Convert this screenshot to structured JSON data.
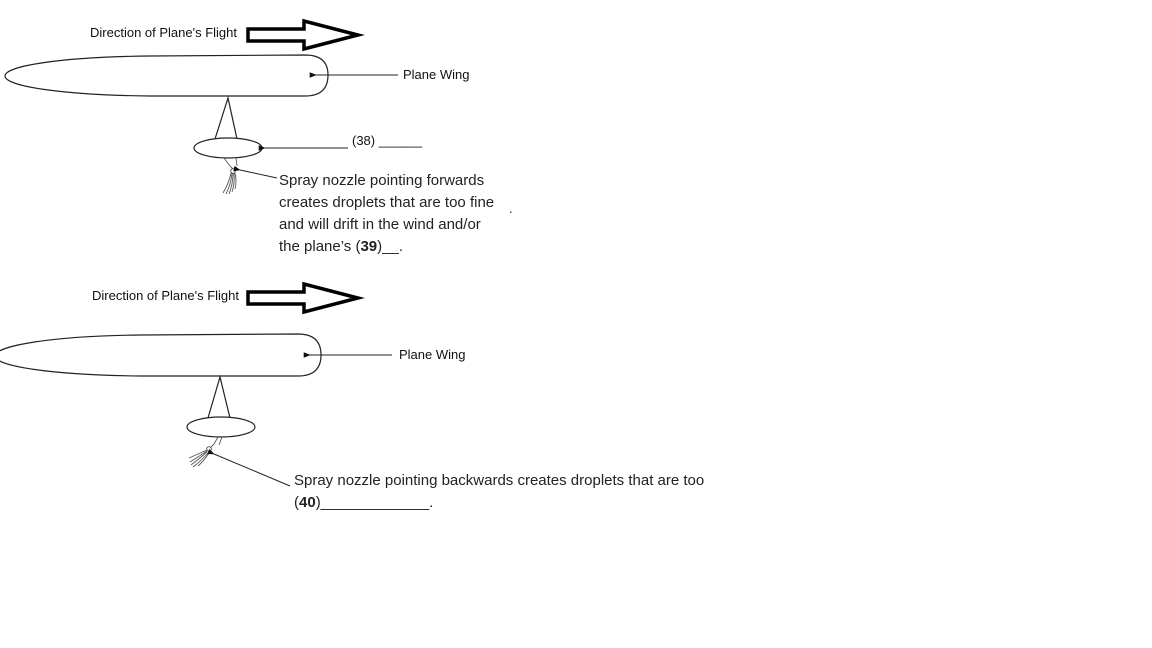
{
  "diagram_top": {
    "direction_label": "Direction of Plane's Flight",
    "wing_label": "Plane Wing",
    "q38_label": "(38) ______",
    "desc_part1": "Spray nozzle pointing forwards creates droplets that are too fine and will drift in the wind and/or the plane’s (",
    "q39_number": "39",
    "desc_part2": ")__.",
    "stray_dot": "."
  },
  "diagram_bottom": {
    "direction_label": "Direction of Plane's Flight",
    "wing_label": "Plane Wing",
    "desc_line1": "Spray nozzle pointing backwards creates droplets that are too",
    "desc_open": "(",
    "q40_number": "40",
    "desc_close": ")_____________."
  }
}
